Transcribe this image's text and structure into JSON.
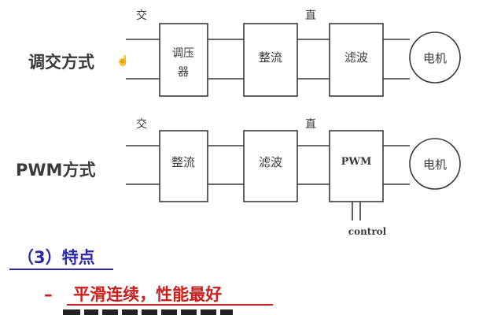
{
  "rows": [
    {
      "label": "调交方式",
      "ac_label": "交",
      "dc_label": "直",
      "blocks": [
        "调压器",
        "整流",
        "滤波"
      ],
      "motor": "电机",
      "control": ""
    },
    {
      "label": "PWM方式",
      "ac_label": "交",
      "dc_label": "直",
      "blocks": [
        "整流",
        "滤波",
        "PWM"
      ],
      "motor": "电机",
      "control": "control"
    }
  ],
  "section": {
    "heading": "（3）特点",
    "bullets": [
      "平滑连续，性能最好"
    ],
    "bullet_marker": "–"
  },
  "colors": {
    "diagram_line": "#3a3a3a",
    "heading": "#2a2aa8",
    "bullet": "#c8201e"
  },
  "icons": {
    "cursor": "hand-pointer-icon"
  }
}
